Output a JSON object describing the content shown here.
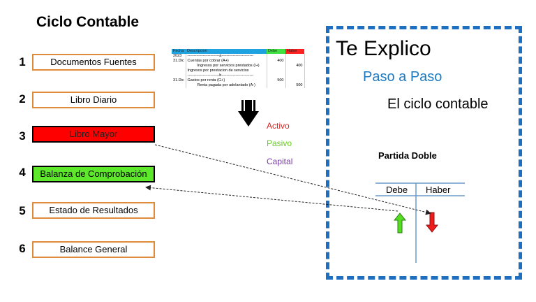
{
  "title": "Ciclo Contable",
  "steps": [
    {
      "num": "1",
      "label": "Documentos Fuentes"
    },
    {
      "num": "2",
      "label": "Libro Diario"
    },
    {
      "num": "3",
      "label": "Libro Mayor"
    },
    {
      "num": "4",
      "label": "Balanza de Comprobación"
    },
    {
      "num": "5",
      "label": "Estado de Resultados"
    },
    {
      "num": "6",
      "label": "Balance General"
    }
  ],
  "journal": {
    "headers": [
      "Fecha",
      "Descripcion",
      "Debe",
      "Haber"
    ],
    "rows": [
      {
        "fecha": "2023",
        "desc": "-------------------------a-------------------------",
        "debe": "",
        "haber": ""
      },
      {
        "fecha": "31.Dic",
        "desc": "Cuentas por cobrar (A+)",
        "debe": "400",
        "haber": ""
      },
      {
        "fecha": "",
        "desc": "Ingresos por servicios prestados (I+)",
        "debe": "",
        "haber": "400"
      },
      {
        "fecha": "",
        "desc": "Ingresos por prestacion de servicios",
        "debe": "",
        "haber": ""
      },
      {
        "fecha": "",
        "desc": "-------------------------b-------------------------",
        "debe": "",
        "haber": ""
      },
      {
        "fecha": "31.Dic",
        "desc": "Gastos por renta (G+)",
        "debe": "500",
        "haber": ""
      },
      {
        "fecha": "",
        "desc": "Renta pagada por adelantado (A-)",
        "debe": "",
        "haber": "500"
      }
    ]
  },
  "accounts": {
    "activo": "Activo",
    "pasivo": "Pasivo",
    "capital": "Capital"
  },
  "panel": {
    "heading": "Te Explico",
    "subheading": "Paso a  Paso",
    "topic": "El ciclo contable",
    "partida": "Partida Doble",
    "debe": "Debe",
    "haber": "Haber"
  },
  "colors": {
    "frame": "#1f6fc0",
    "step_border": "#e08a3c",
    "mayor_fill": "#ff0000",
    "balanza_fill": "#5ee82b",
    "activo": "#e02020",
    "pasivo": "#66cc22",
    "capital": "#7a3aa6",
    "paso": "#1f7bbf",
    "t_account": "#6b9bc8"
  }
}
